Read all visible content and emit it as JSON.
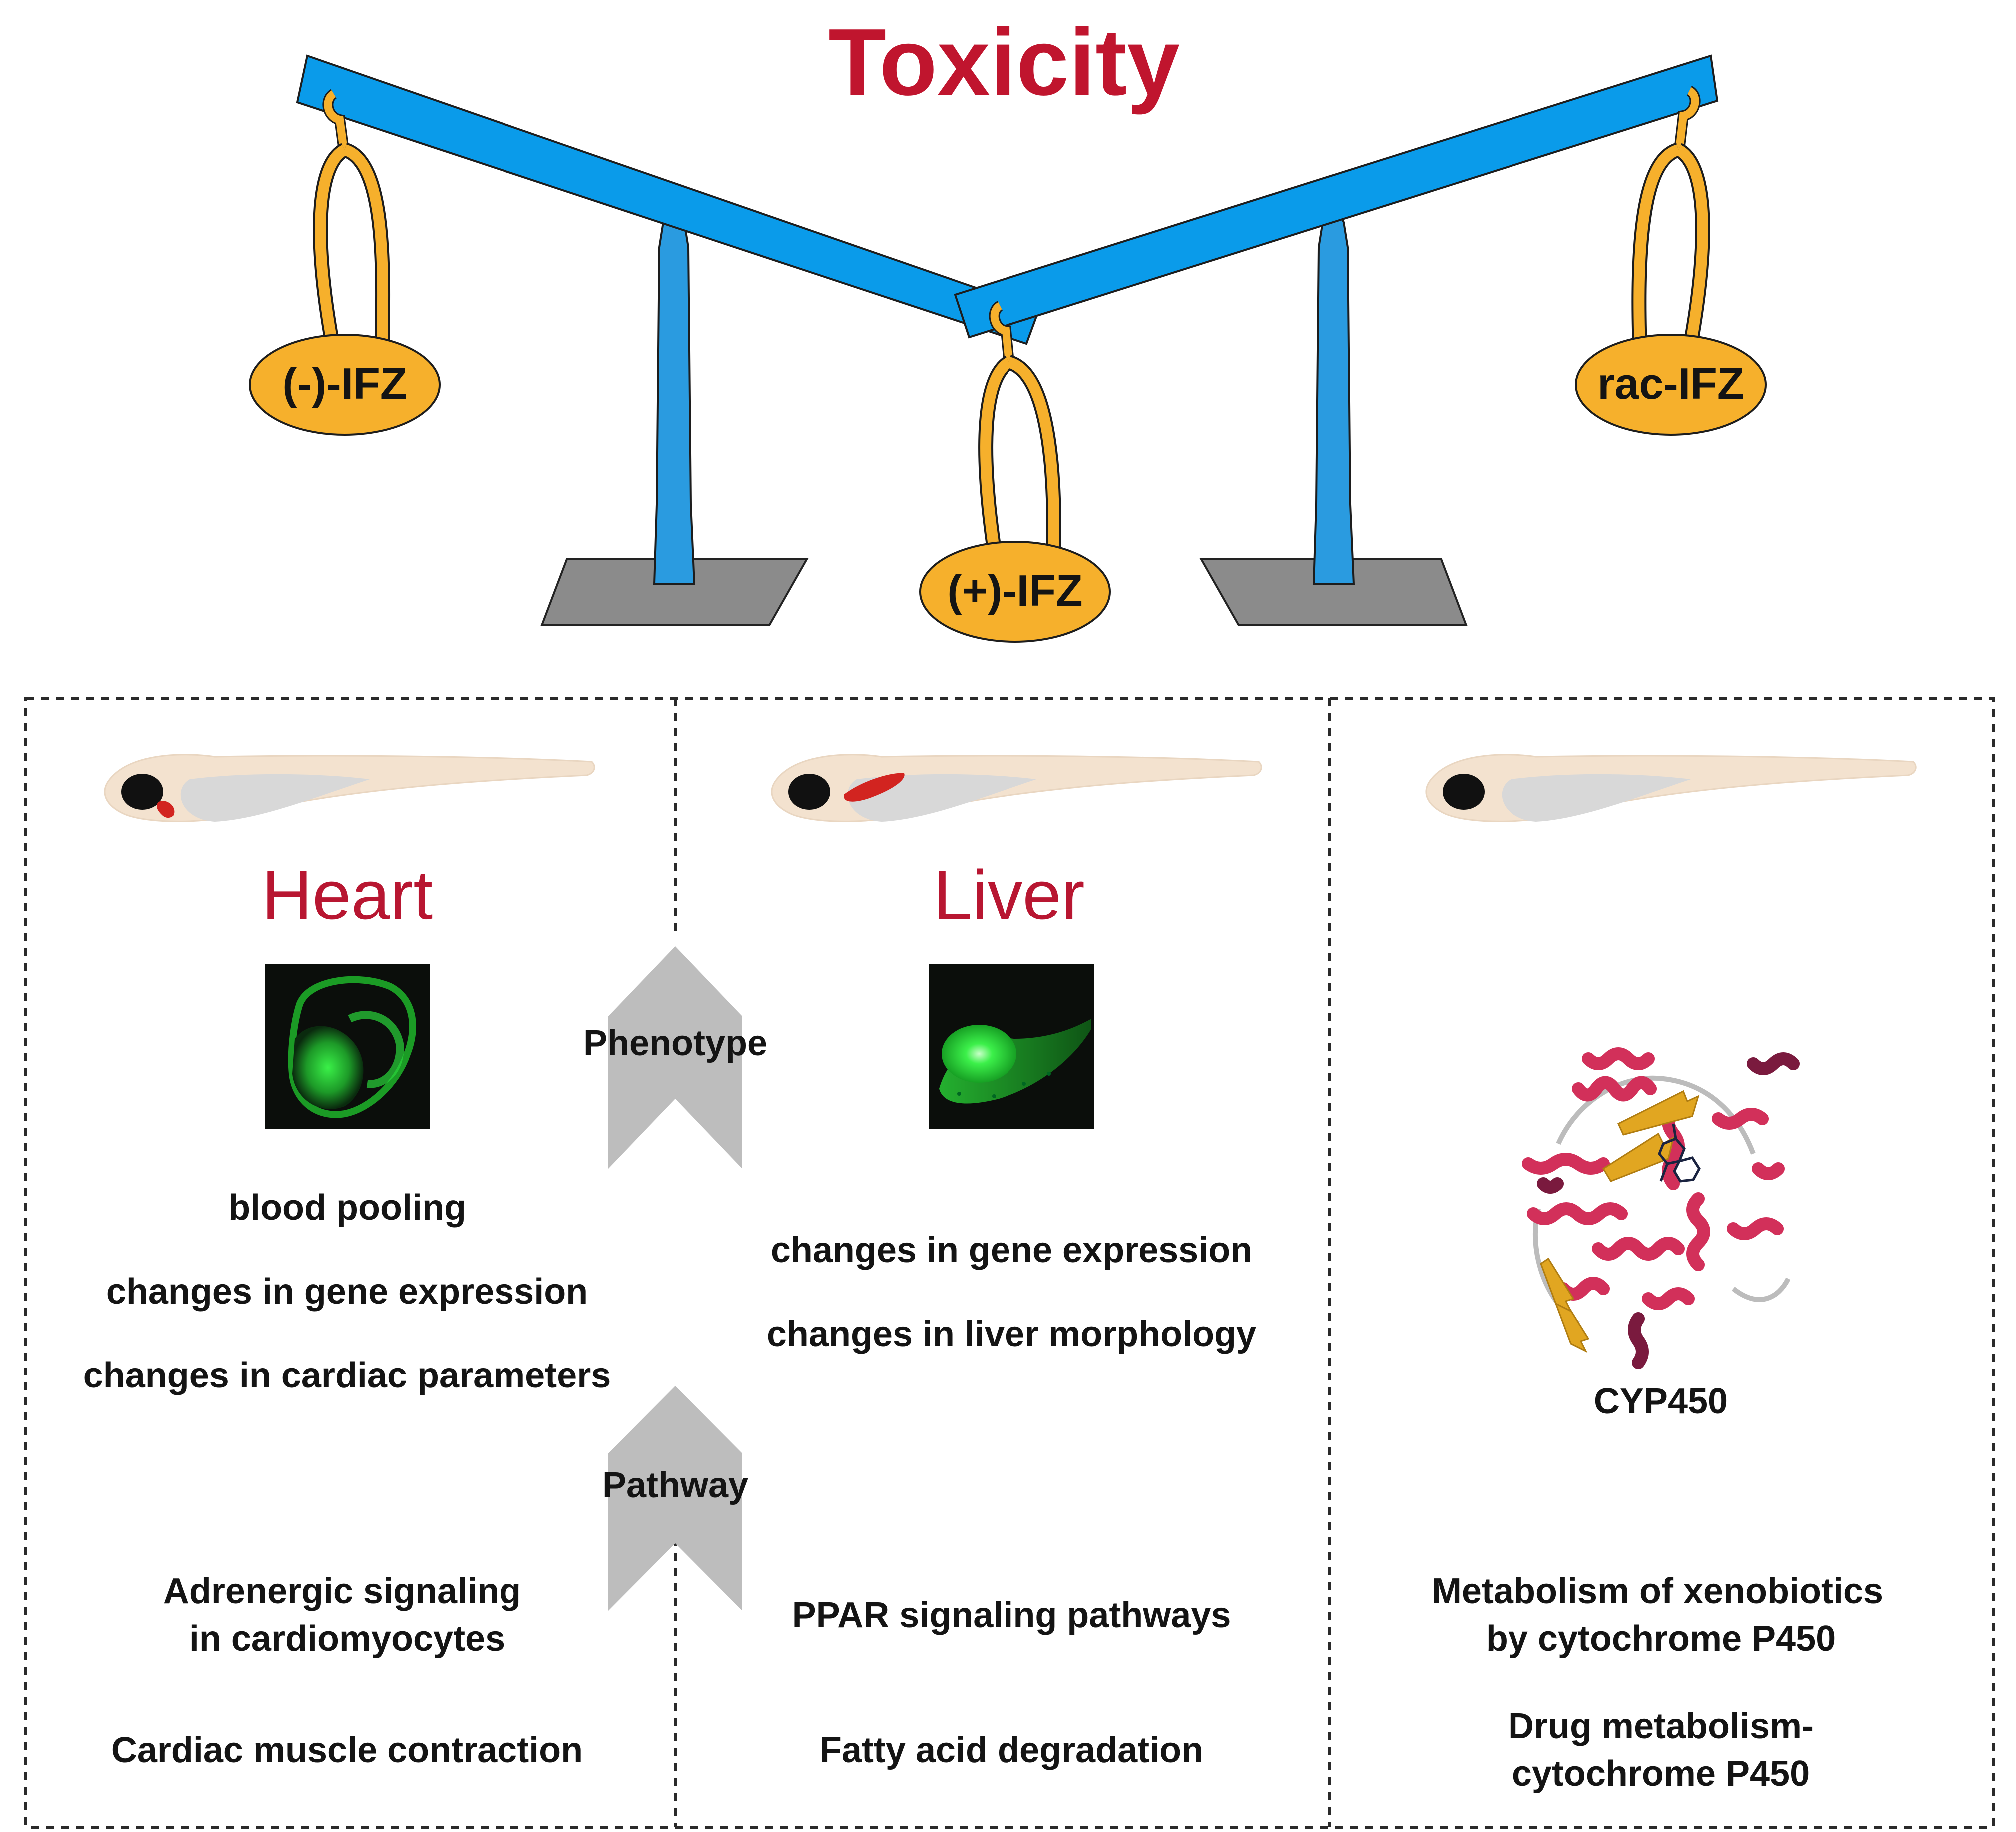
{
  "title": "Toxicity",
  "colors": {
    "title_red": "#c0152e",
    "organ_red": "#b81631",
    "beam_blue": "#0a9bea",
    "stand_blue": "#2a9be0",
    "weight_orange": "#f6b02c",
    "base_gray": "#8b8b8b",
    "arrow_gray": "#bdbdbd",
    "fish_body": "#f3e2cf",
    "fish_yolk": "#d8d8d8",
    "heart_red": "#d22420",
    "fluor_green": "#2fe03a",
    "helix_crimson": "#d2305a",
    "sheet_gold": "#e1a621"
  },
  "weights": {
    "minus": "(-)-IFZ",
    "plus": "(+)-IFZ",
    "rac": "rac-IFZ"
  },
  "arrows": {
    "phenotype": "Phenotype",
    "pathway": "Pathway"
  },
  "panels": {
    "heart": {
      "title": "Heart",
      "image_icon": "fluorescent-heart-image",
      "phenotypes": [
        "blood pooling",
        "changes in gene expression",
        "changes in cardiac parameters"
      ],
      "pathways": [
        [
          "Adrenergic signaling",
          "in cardiomyocytes"
        ],
        [
          "Cardiac muscle contraction"
        ]
      ]
    },
    "liver": {
      "title": "Liver",
      "image_icon": "fluorescent-liver-image",
      "phenotypes": [
        "changes in gene expression",
        "changes in liver morphology"
      ],
      "pathways": [
        [
          "PPAR signaling pathways"
        ],
        [
          "Fatty acid degradation"
        ]
      ]
    },
    "cyp": {
      "label": "CYP450",
      "image_icon": "protein-structure-icon",
      "pathways": [
        [
          "Metabolism of xenobiotics",
          "by cytochrome P450"
        ],
        [
          "Drug metabolism-",
          "cytochrome P450"
        ]
      ]
    }
  }
}
